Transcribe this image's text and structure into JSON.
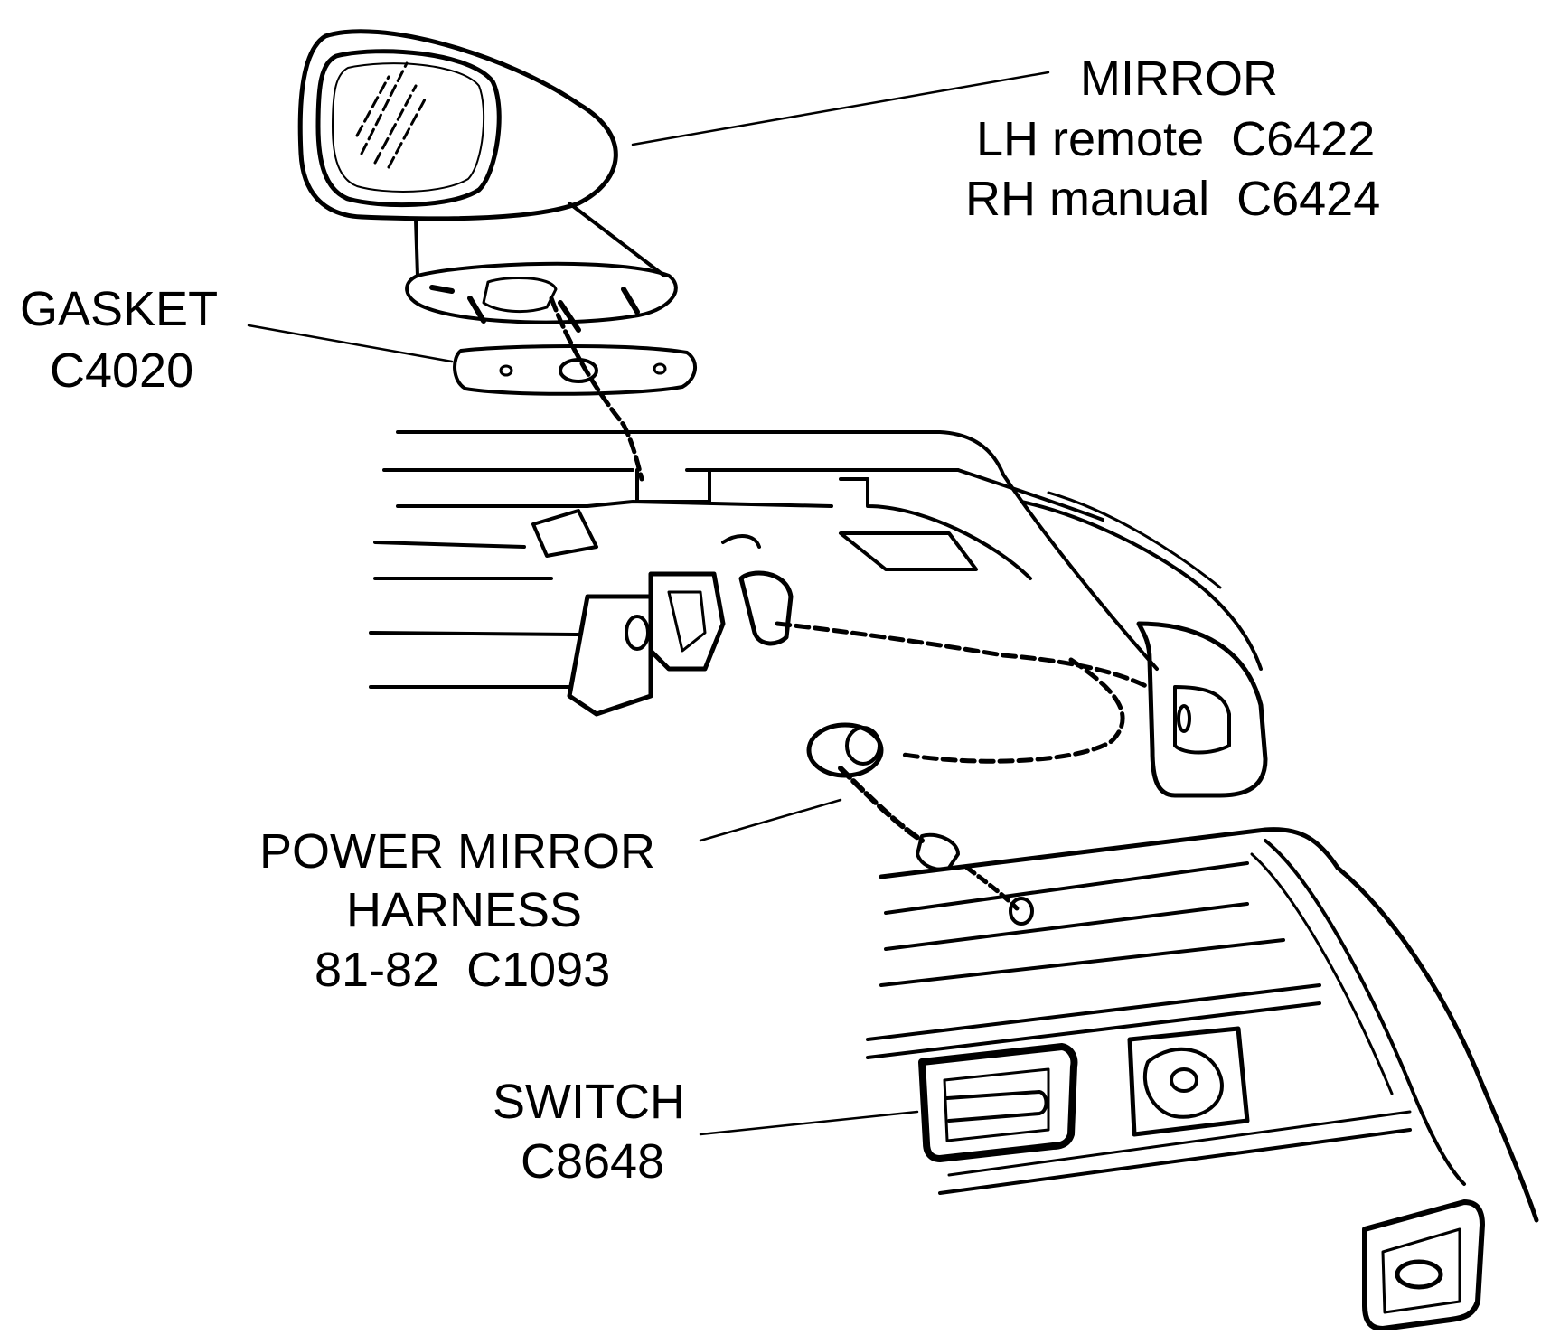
{
  "labels": {
    "mirror": {
      "title": "MIRROR",
      "lh": "LH remote  C6422",
      "rh": "RH manual  C6424"
    },
    "gasket": {
      "title": "GASKET",
      "part": "C4020"
    },
    "harness": {
      "line1": "POWER MIRROR",
      "line2": "HARNESS",
      "line3": "81-82  C1093"
    },
    "switch": {
      "title": "SWITCH",
      "part": "C8648"
    }
  },
  "colors": {
    "ink": "#000000",
    "background": "#ffffff"
  }
}
